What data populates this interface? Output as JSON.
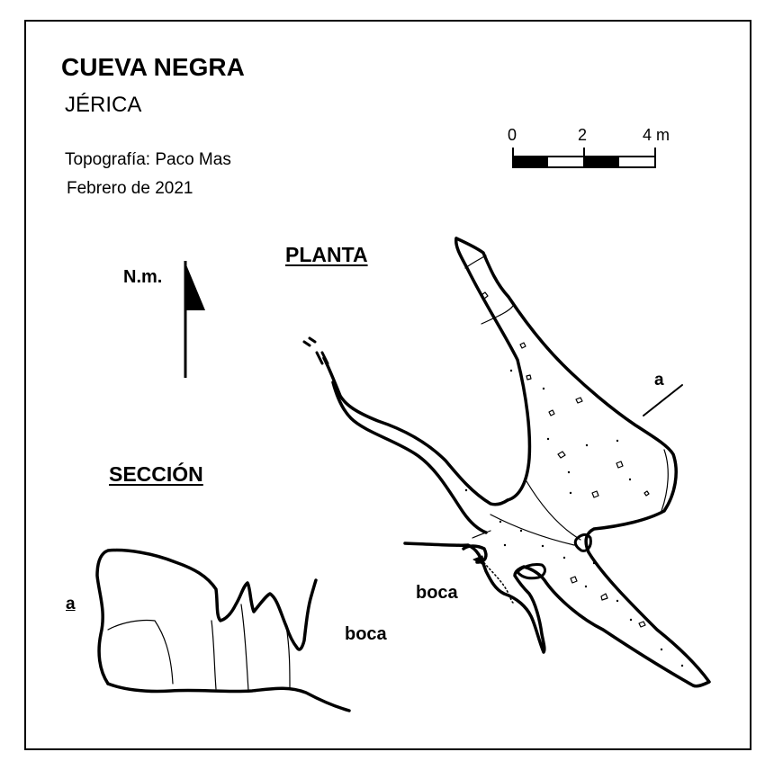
{
  "title": "CUEVA NEGRA",
  "subtitle": "JÉRICA",
  "author": "Topografía: Paco Mas",
  "date": "Febrero de 2021",
  "north_label": "N.m.",
  "plan_heading": "PLANTA",
  "section_heading": "SECCIÓN",
  "entrance_label": "boca",
  "section_marker": "a",
  "scale": {
    "ticks": [
      "0",
      "2",
      "4 m"
    ],
    "length_m": 4,
    "segments": 4
  },
  "colors": {
    "ink": "#000000",
    "paper": "#ffffff"
  }
}
